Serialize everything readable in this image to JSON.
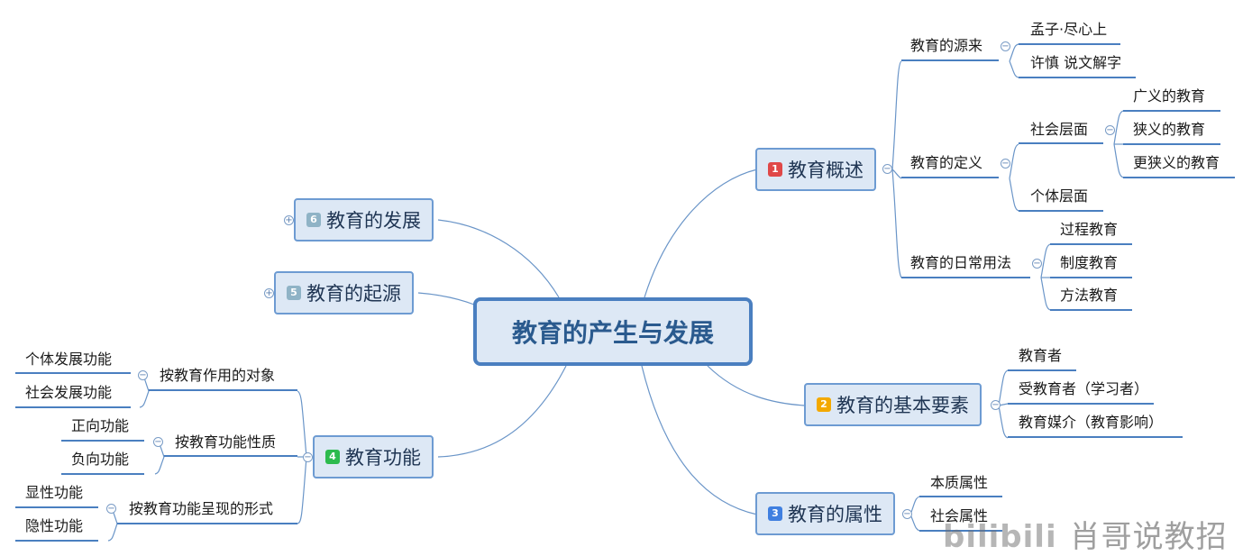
{
  "root": {
    "label": "教育的产生与发展"
  },
  "branches": {
    "b1": {
      "badge": "1",
      "label": "教育概述",
      "color": "#e04848",
      "c1": {
        "label": "教育的源来",
        "k1": "孟子·尽心上",
        "k2": "许慎 说文解字"
      },
      "c2": {
        "label": "教育的定义",
        "social": "社会层面",
        "s1": "广义的教育",
        "s2": "狭义的教育",
        "s3": "更狭义的教育",
        "individual": "个体层面"
      },
      "c3": {
        "label": "教育的日常用法",
        "k1": "过程教育",
        "k2": "制度教育",
        "k3": "方法教育"
      }
    },
    "b2": {
      "badge": "2",
      "label": "教育的基本要素",
      "color": "#f3a900",
      "k1": "教育者",
      "k2": "受教育者（学习者）",
      "k3": "教育媒介（教育影响）"
    },
    "b3": {
      "badge": "3",
      "label": "教育的属性",
      "color": "#3f7fe0",
      "k1": "本质属性",
      "k2": "社会属性"
    },
    "b4": {
      "badge": "4",
      "label": "教育功能",
      "color": "#2dbb4e",
      "c1": {
        "label": "按教育作用的对象",
        "k1": "个体发展功能",
        "k2": "社会发展功能"
      },
      "c2": {
        "label": "按教育功能性质",
        "k1": "正向功能",
        "k2": "负向功能"
      },
      "c3": {
        "label": "按教育功能呈现的形式",
        "k1": "显性功能",
        "k2": "隐性功能"
      }
    },
    "b5": {
      "badge": "5",
      "label": "教育的起源",
      "color": "#8fb3c6"
    },
    "b6": {
      "badge": "6",
      "label": "教育的发展",
      "color": "#8fb3c6"
    }
  },
  "watermark": {
    "logo": "bilibili",
    "text": "肖哥说教招"
  },
  "icons": {
    "collapse": "collapse-icon",
    "expand": "expand-icon"
  }
}
